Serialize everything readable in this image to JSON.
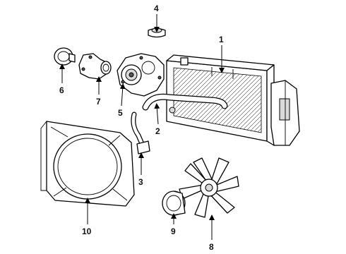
{
  "callouts": [
    {
      "id": "c1",
      "text": "1"
    },
    {
      "id": "c2",
      "text": "2"
    },
    {
      "id": "c3",
      "text": "3"
    },
    {
      "id": "c4",
      "text": "4"
    },
    {
      "id": "c5",
      "text": "5"
    },
    {
      "id": "c6",
      "text": "6"
    },
    {
      "id": "c7",
      "text": "7"
    },
    {
      "id": "c8",
      "text": "8"
    },
    {
      "id": "c9",
      "text": "9"
    },
    {
      "id": "c10",
      "text": "10"
    }
  ],
  "colors": {
    "line": "#000000",
    "background": "#ffffff",
    "shade": "#d9d9d9"
  }
}
